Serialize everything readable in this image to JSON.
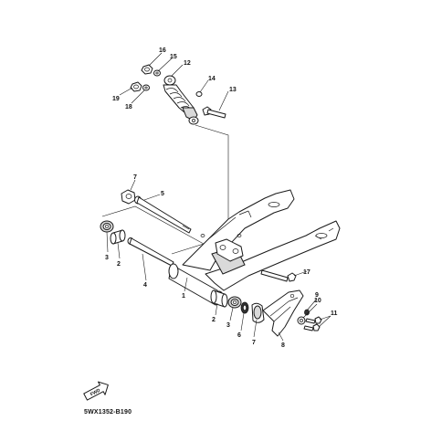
{
  "diagram_code": "5WX1352-B190",
  "fwd_label": "FWD",
  "callouts": [
    {
      "id": "c16",
      "text": "16"
    },
    {
      "id": "c15",
      "text": "15"
    },
    {
      "id": "c12",
      "text": "12"
    },
    {
      "id": "c19",
      "text": "19"
    },
    {
      "id": "c18",
      "text": "18"
    },
    {
      "id": "c14",
      "text": "14"
    },
    {
      "id": "c13",
      "text": "13"
    },
    {
      "id": "c7a",
      "text": "7"
    },
    {
      "id": "c5",
      "text": "5"
    },
    {
      "id": "c3a",
      "text": "3"
    },
    {
      "id": "c2a",
      "text": "2"
    },
    {
      "id": "c4",
      "text": "4"
    },
    {
      "id": "c1",
      "text": "1"
    },
    {
      "id": "c17",
      "text": "17"
    },
    {
      "id": "c2b",
      "text": "2"
    },
    {
      "id": "c3b",
      "text": "3"
    },
    {
      "id": "c6",
      "text": "6"
    },
    {
      "id": "c7b",
      "text": "7"
    },
    {
      "id": "c8",
      "text": "8"
    },
    {
      "id": "c9",
      "text": "9"
    },
    {
      "id": "c10",
      "text": "10"
    },
    {
      "id": "c11",
      "text": "11"
    }
  ]
}
